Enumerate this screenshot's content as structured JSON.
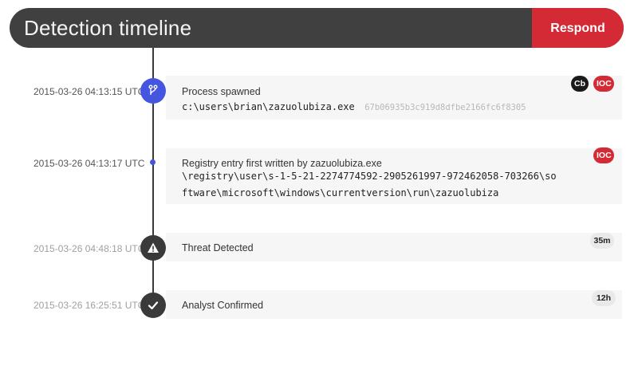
{
  "header": {
    "title": "Detection timeline",
    "respond_label": "Respond"
  },
  "events": [
    {
      "timestamp": "2015-03-26 04:13:15 UTC",
      "title": "Process spawned",
      "path": "c:\\users\\brian\\zazuolubiza.exe",
      "hash": "67b06935b3c919d8dfbe2166fc6f8305",
      "icon": "process-fork-icon",
      "badges": [
        "Cb",
        "IOC"
      ]
    },
    {
      "timestamp": "2015-03-26 04:13:17 UTC",
      "title": "Registry entry first written by zazuolubiza.exe",
      "path": "\\registry\\user\\s-1-5-21-2274774592-2905261997-972462058-703266\\software\\microsoft\\windows\\currentversion\\run\\zazuolubiza",
      "icon": "small-dot",
      "badges": [
        "IOC"
      ]
    },
    {
      "timestamp": "2015-03-26 04:48:18 UTC",
      "title": "Threat Detected",
      "icon": "warning-icon",
      "duration": "35m"
    },
    {
      "timestamp": "2015-03-26 16:25:51 UTC",
      "title": "Analyst Confirmed",
      "icon": "checkmark-icon",
      "duration": "12h"
    }
  ],
  "colors": {
    "header_bg": "#404040",
    "accent_red": "#d32a35",
    "node_blue": "#4456e0",
    "node_dark": "#3a3a3a"
  }
}
